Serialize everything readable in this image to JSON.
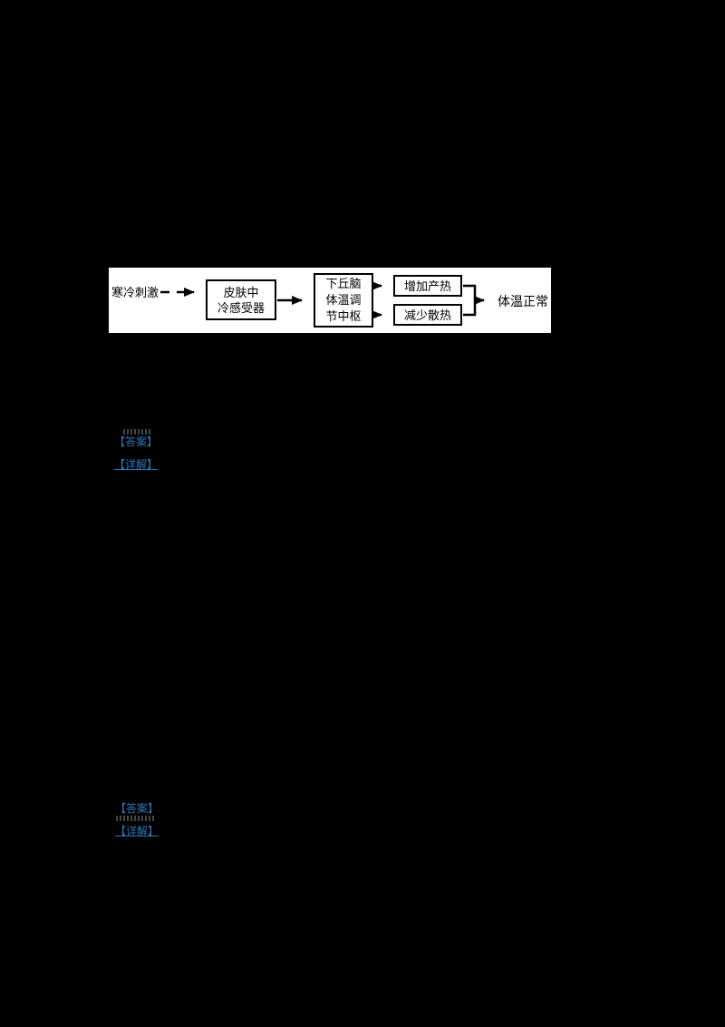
{
  "page": {
    "background_color": "#000000"
  },
  "flowchart": {
    "background_color": "#ffffff",
    "ink_color": "#000000",
    "stimulus_label": "寒冷刺激",
    "receptor_box": {
      "line1": "皮肤中",
      "line2": "冷感受器"
    },
    "center_box": {
      "line1": "下丘脑",
      "line2": "体温调",
      "line3": "节中枢"
    },
    "heat_production_label": "增加产热",
    "heat_dissipation_label": "减少散热",
    "result_label": "体温正常"
  },
  "answer_section_1": {
    "answer_label": "【答案】",
    "detail_label": "【详解】"
  },
  "answer_section_2": {
    "answer_label": "【答案】",
    "detail_label": "【详解】"
  },
  "colors": {
    "label_blue": "#2E75B6"
  }
}
